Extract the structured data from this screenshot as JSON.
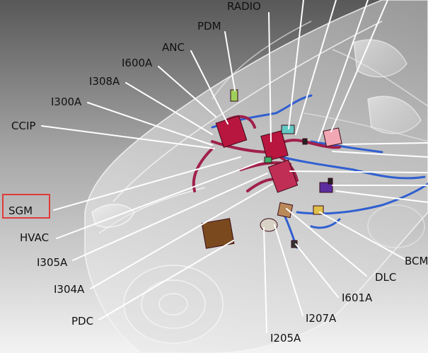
{
  "labels": {
    "radio": "RADIO",
    "pdm": "PDM",
    "anc": "ANC",
    "i600a": "I600A",
    "i308a": "I308A",
    "i300a": "I300A",
    "ccip": "CCIP",
    "sgm": "SGM",
    "hvac": "HVAC",
    "i305a": "I305A",
    "i304a": "I304A",
    "pdc": "PDC",
    "i205a": "I205A",
    "i207a": "I207A",
    "i601a": "I601A",
    "dlc": "DLC",
    "bcm": "BCM"
  },
  "highlighted": "SGM",
  "colors": {
    "highlight": "#e03a3a",
    "harness_main": "#a0204a",
    "harness_secondary": "#2f5fd0",
    "module_red": "#b8163e",
    "module_brown": "#7a4a1e",
    "leader": "#ffffff"
  }
}
